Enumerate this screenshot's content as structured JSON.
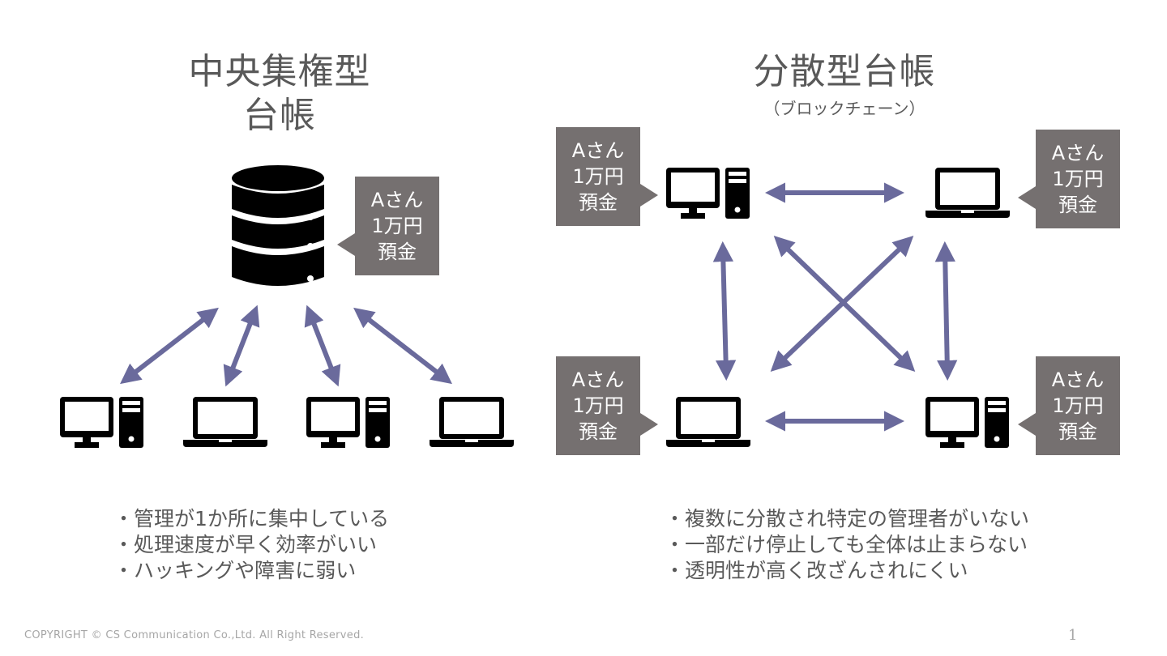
{
  "left_panel": {
    "title_line1": "中央集権型",
    "title_line2": "台帳",
    "callout": {
      "line1": "Aさん",
      "line2": "1万円",
      "line3": "預金"
    },
    "server_icon": "database-icon",
    "clients": [
      "desktop-icon",
      "laptop-icon",
      "desktop-icon",
      "laptop-icon"
    ],
    "bullets": [
      "・管理が1か所に集中している",
      "・処理速度が早く効率がいい",
      "・ハッキングや障害に弱い"
    ]
  },
  "right_panel": {
    "title": "分散型台帳",
    "subtitle": "（ブロックチェーン）",
    "nodes": [
      {
        "icon": "desktop-icon",
        "callout": {
          "line1": "Aさん",
          "line2": "1万円",
          "line3": "預金"
        }
      },
      {
        "icon": "laptop-icon",
        "callout": {
          "line1": "Aさん",
          "line2": "1万円",
          "line3": "預金"
        }
      },
      {
        "icon": "laptop-icon",
        "callout": {
          "line1": "Aさん",
          "line2": "1万円",
          "line3": "預金"
        }
      },
      {
        "icon": "desktop-icon",
        "callout": {
          "line1": "Aさん",
          "line2": "1万円",
          "line3": "預金"
        }
      }
    ],
    "bullets": [
      "・複数に分散され特定の管理者がいない",
      "・一部だけ停止しても全体は止まらない",
      "・透明性が高く改ざんされにくい"
    ]
  },
  "colors": {
    "arrow": "#6a6a9c",
    "callout_bg": "#757070",
    "text": "#595959",
    "icon": "#000000"
  },
  "footer": {
    "copyright": "COPYRIGHT © CS Communication Co.,Ltd. All Right Reserved.",
    "page_number": "1"
  }
}
